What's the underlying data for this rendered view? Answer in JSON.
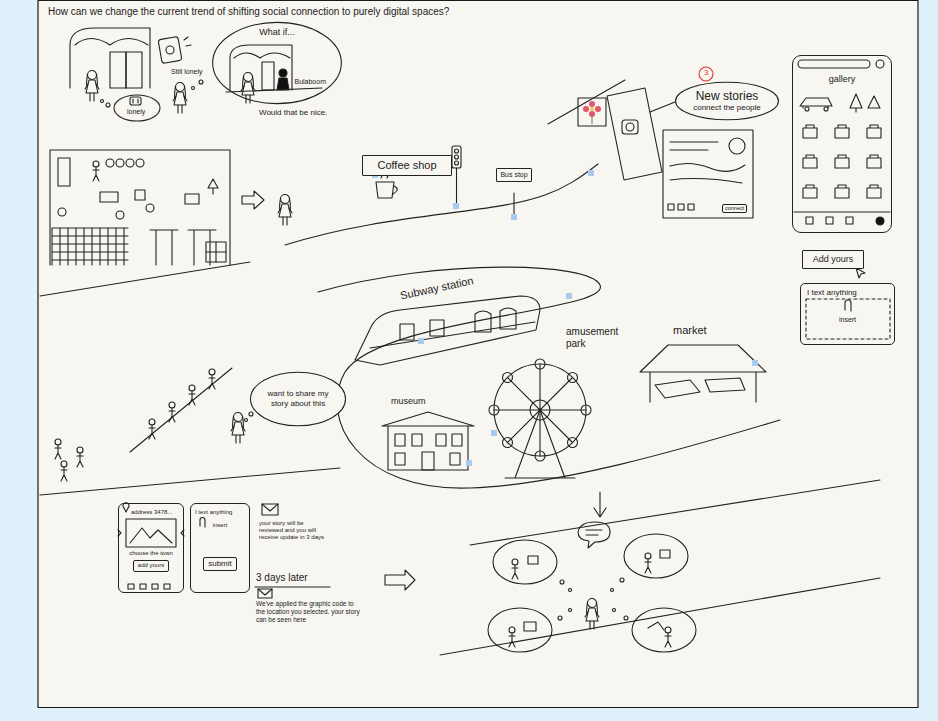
{
  "diagram": {
    "title": "How can we change the current trend of shifting social connection to purely digital spaces?",
    "nodes": [
      {
        "text": [
          "What if...",
          "Bulaboom"
        ]
      },
      {
        "text": [
          "New stories",
          "connect the people"
        ]
      },
      {
        "text": [
          "gallery"
        ]
      },
      {
        "text": [
          "Coffee shop"
        ]
      },
      {
        "text": [
          "Bus stop"
        ]
      },
      {
        "text": [
          "Add yours"
        ]
      },
      {
        "text": [
          "I text anything",
          "insert"
        ]
      },
      {
        "text": [
          "want to share my story about this"
        ]
      },
      {
        "text": [
          "address 3478...",
          "choose the town",
          "add yours"
        ]
      },
      {
        "text": [
          "I text anything",
          "insert",
          "submit"
        ]
      }
    ],
    "labels": [
      "lonely",
      "Still lonely",
      "Would that be nice.",
      "3",
      "connect",
      "Subway station",
      "amusement park",
      "market",
      "museum",
      "your story will be reviewed and you will receive update in 3 days",
      "3 days later",
      "We've applied the graphic code to the location you selected. your story can be seen here"
    ]
  }
}
